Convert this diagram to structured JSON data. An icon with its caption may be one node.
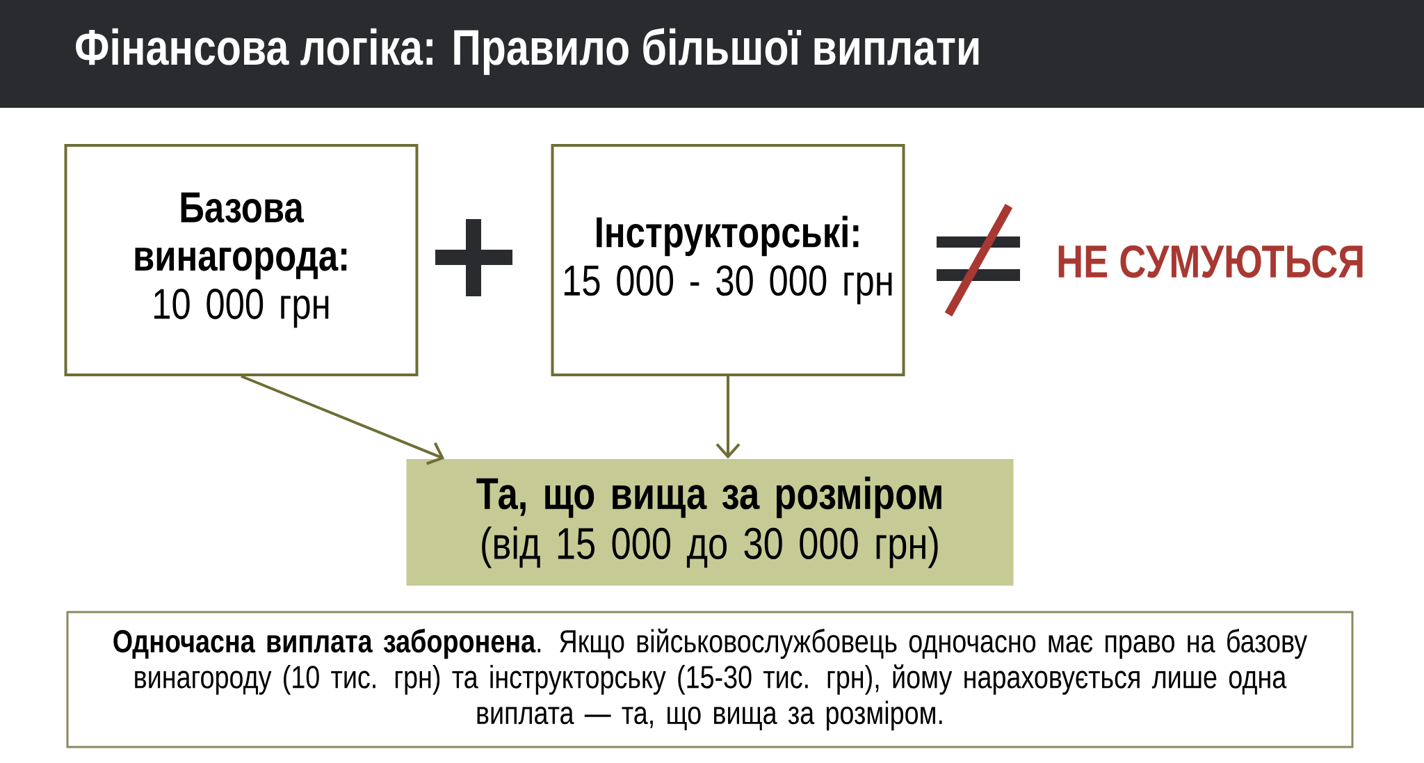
{
  "diagram": {
    "title": "Фінансова логіка: Правило більшої виплати",
    "nodes": [
      {
        "text": [
          "Базова винагорода:",
          "10 000 грн"
        ]
      },
      {
        "text": [
          "Інструкторські:",
          "15 000 - 30 000 грн"
        ]
      },
      {
        "text": [
          "Та, що вища за розміром",
          "(від 15 000 до 30 000 грн)"
        ]
      },
      {
        "text": [
          "**Одночасна виплата заборонена**. Якщо військовослужбовець одночасно має право на базову винагороду (10 тис. грн) та інструкторську (15-30 тис. грн), йому нараховується лише одна виплата — та, що вища за розміром."
        ]
      }
    ],
    "edges": [
      {
        "from": 0,
        "to": 2,
        "arrow": "to"
      },
      {
        "from": 1,
        "to": 2,
        "arrow": "to"
      }
    ],
    "labels": [
      "НЕ СУМУЮТЬСЯ"
    ]
  }
}
